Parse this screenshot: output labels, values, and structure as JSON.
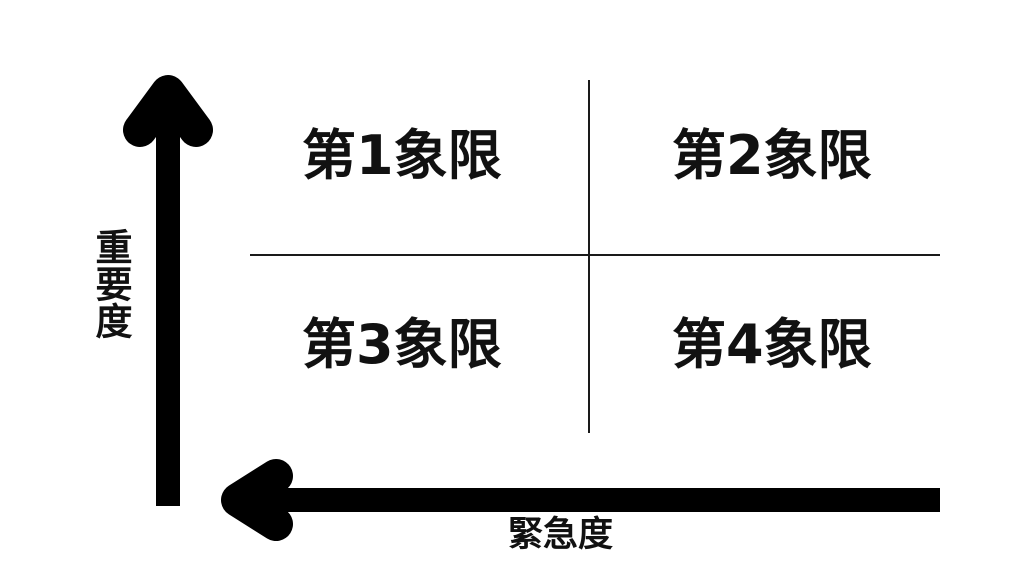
{
  "diagram": {
    "type": "2x2-matrix",
    "background_color": "#ffffff",
    "ink_color": "#111111",
    "quadrants": [
      {
        "id": "q1",
        "label": "第1象限",
        "position": "top-left"
      },
      {
        "id": "q2",
        "label": "第2象限",
        "position": "top-right"
      },
      {
        "id": "q3",
        "label": "第3象限",
        "position": "bottom-left"
      },
      {
        "id": "q4",
        "label": "第4象限",
        "position": "bottom-right"
      }
    ],
    "axes": {
      "vertical": {
        "title": "重要度",
        "orientation": "vertical-upright",
        "arrow_direction": "up",
        "arrow_icon": "arrow-up-icon"
      },
      "horizontal": {
        "title": "緊急度",
        "orientation": "horizontal",
        "arrow_direction": "left",
        "arrow_icon": "arrow-left-icon"
      }
    },
    "dividers": {
      "horizontal_line": "quadrant-divider-horizontal",
      "vertical_line": "quadrant-divider-vertical"
    }
  }
}
